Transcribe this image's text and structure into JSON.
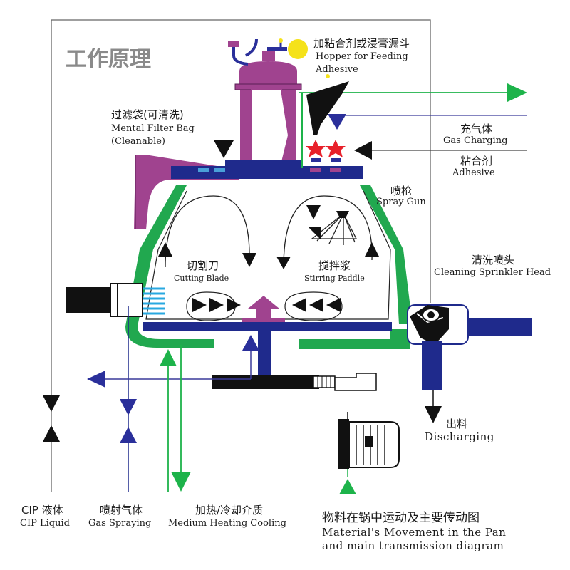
{
  "title": "工作原理",
  "labels": {
    "hopper_cn": "加粘合剂或浸膏漏斗",
    "hopper_en_1": "Hopper for Feeding",
    "hopper_en_2": "Adhesive",
    "filter_cn": "过滤袋(可清洗)",
    "filter_en_1": "Mental Filter Bag",
    "filter_en_2": "(Cleanable)",
    "gas_charging_cn": "充气体",
    "gas_charging_en": "Gas Charging",
    "adhesive_cn": "粘合剂",
    "adhesive_en": "Adhesive",
    "spray_gun_cn": "喷枪",
    "spray_gun_en": "Spray Gun",
    "cutting_blade_cn": "切割刀",
    "cutting_blade_en": "Cutting Blade",
    "stirring_paddle_cn": "搅拌浆",
    "stirring_paddle_en": "Stirring Paddle",
    "sprinkler_cn": "清洗喷头",
    "sprinkler_en": "Cleaning Sprinkler Head",
    "discharging_cn": "出料",
    "discharging_en": "Discharging",
    "cip_cn": "CIP 液体",
    "cip_en": "CIP Liquid",
    "gas_spraying_cn": "喷射气体",
    "gas_spraying_en": "Gas Spraying",
    "medium_cn": "加热/冷却介质",
    "medium_en": "Medium Heating Cooling",
    "caption_cn": "物料在锅中运动及主要传动图",
    "caption_en_1": "Material's Movement in the Pan",
    "caption_en_2": "and main transmission diagram"
  },
  "colors": {
    "pipe_green": "#21a84f",
    "arrow_green": "#1db34a",
    "navy": "#1f2a8c",
    "arrow_blue": "#2a2f9a",
    "magenta": "#a0438f",
    "hopper_black": "#111111",
    "star_red": "#e8202a",
    "bulb_yellow": "#f5e21a",
    "cyan": "#29a8e0",
    "line_gray": "#555555",
    "title_gray": "#8a8a8a"
  }
}
